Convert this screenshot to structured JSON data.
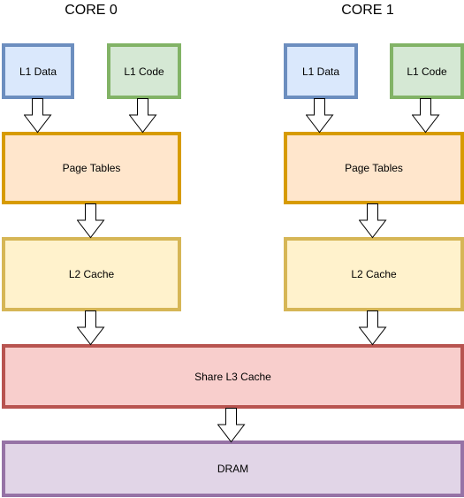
{
  "cores": [
    {
      "title": "CORE 0",
      "l1_data": "L1 Data",
      "l1_code": "L1 Code",
      "page_tables": "Page Tables",
      "l2_cache": "L2 Cache"
    },
    {
      "title": "CORE 1",
      "l1_data": "L1 Data",
      "l1_code": "L1 Code",
      "page_tables": "Page Tables",
      "l2_cache": "L2 Cache"
    }
  ],
  "shared_l3": "Share L3 Cache",
  "dram": "DRAM",
  "colors": {
    "l1_data": {
      "fill": "#dae8fc",
      "stroke": "#6c8ebf"
    },
    "l1_code": {
      "fill": "#d5e8d4",
      "stroke": "#82b366"
    },
    "page_tables": {
      "fill": "#ffe6cc",
      "stroke": "#d79b00"
    },
    "l2_cache": {
      "fill": "#fff2cc",
      "stroke": "#d6b656"
    },
    "l3_cache": {
      "fill": "#f8cecc",
      "stroke": "#b85450"
    },
    "dram": {
      "fill": "#e1d5e7",
      "stroke": "#9673a6"
    }
  }
}
